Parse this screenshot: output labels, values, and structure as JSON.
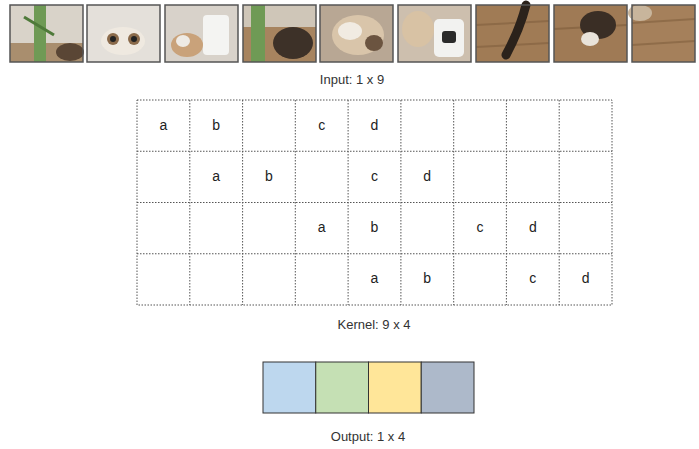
{
  "diagram": {
    "labels": [
      "Input: 1 x 9",
      "a",
      "b",
      "c",
      "d",
      "a",
      "b",
      "c",
      "d",
      "a",
      "b",
      "c",
      "d",
      "a",
      "b",
      "c",
      "d",
      "Kernel: 9 x 4",
      "Output: 1 x 4"
    ]
  }
}
